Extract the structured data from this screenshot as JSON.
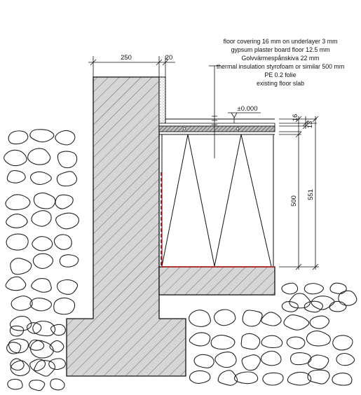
{
  "annotation": {
    "lines": [
      "floor covering 16 mm on underlayer 3 mm",
      "gypsum plaster board floor 12.5 mm",
      "Golvvärmespånskiva 22 mm",
      "thermal insulation styrofoam or similar 500 mm",
      "PE 0.2 folie",
      "existing floor slab"
    ]
  },
  "dimensions": {
    "wall_width": "250",
    "gap_width": "20",
    "level": "±0.000",
    "layer_top": "16",
    "layer_small": "13",
    "insulation": "500",
    "total": "551"
  },
  "colors": {
    "line": "#111111",
    "hatch": "#555555",
    "concrete_fill": "#d6d6d6",
    "membrane": "#cc0000"
  }
}
